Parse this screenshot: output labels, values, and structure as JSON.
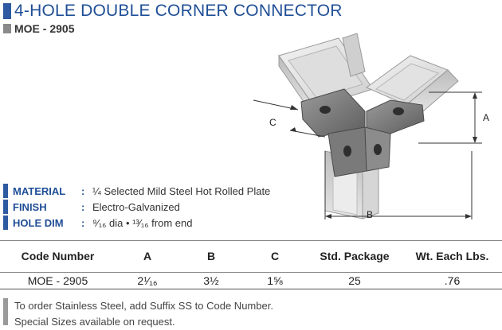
{
  "header": {
    "title": "4-HOLE DOUBLE CORNER CONNECTOR",
    "subtitle": "MOE - 2905",
    "title_color": "#1f4e96",
    "accent_color": "#2d5aa0"
  },
  "figure": {
    "dim_a": "A",
    "dim_b": "B",
    "dim_c": "C"
  },
  "specs": [
    {
      "label": "MATERIAL",
      "value": "¼ Selected Mild Steel Hot Rolled Plate"
    },
    {
      "label": "FINISH",
      "value": "Electro-Galvanized"
    },
    {
      "label": "HOLE DIM",
      "value": "⁹⁄₁₆ dia • ¹³⁄₁₆ from end"
    }
  ],
  "table": {
    "headers": [
      "Code Number",
      "A",
      "B",
      "C",
      "Std. Package",
      "Wt. Each Lbs."
    ],
    "rows": [
      [
        "MOE - 2905",
        "2¹⁄₁₆",
        "3½",
        "1⅝",
        "25",
        ".76"
      ]
    ]
  },
  "notes": [
    "To order Stainless Steel, add Suffix SS to Code Number.",
    "Special Sizes available on request."
  ]
}
